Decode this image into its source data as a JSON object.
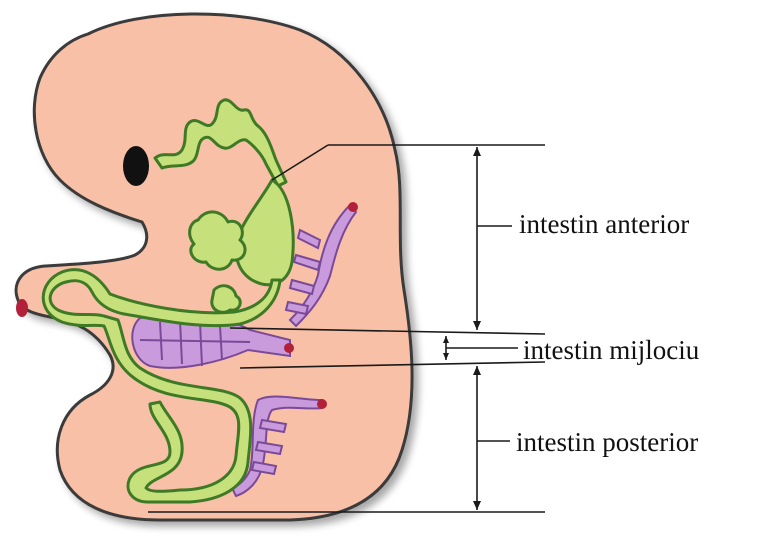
{
  "labels": {
    "anterior": "intestin anterior",
    "mijlociu": "intestin mijlociu",
    "posterior": "intestin posterior"
  },
  "colors": {
    "embryo_fill": "#f8c0a6",
    "embryo_outline": "#3a3a3a",
    "gut_green": "#c6e07c",
    "gut_outline": "#3e7a26",
    "vessel_purple": "#c99bdc",
    "vessel_outline": "#7a4a98",
    "vessel_tip": "#b3203a",
    "eye": "#111111",
    "line": "#1a1a1a"
  },
  "icons": [
    "embryo-illustration",
    "eye-icon",
    "gut-tube",
    "mesenteric-vessels"
  ]
}
